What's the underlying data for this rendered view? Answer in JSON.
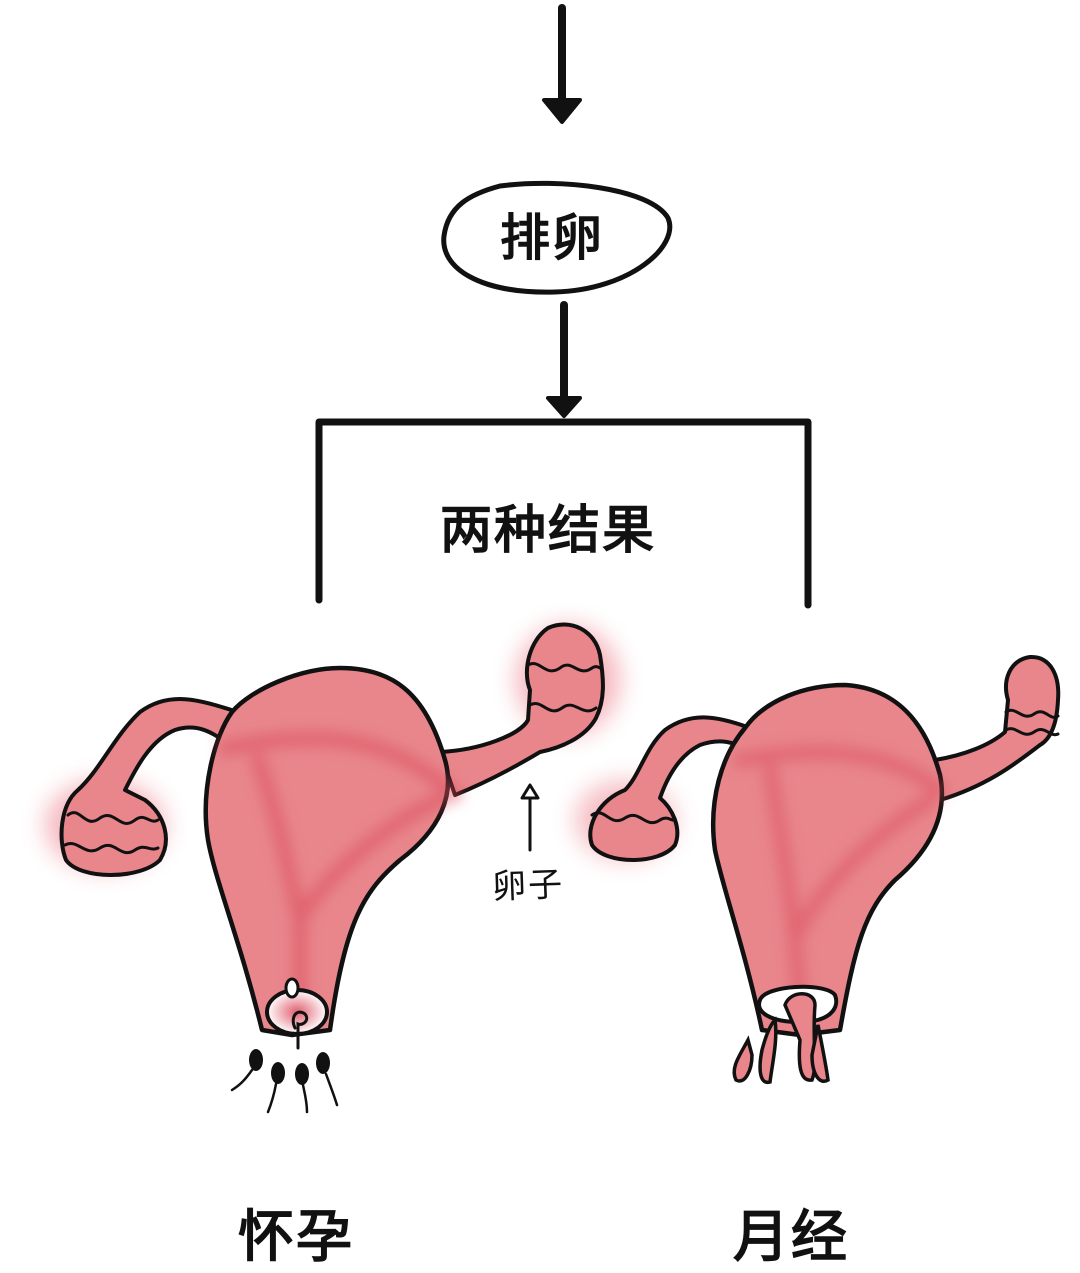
{
  "flowchart": {
    "step_ovulation": "排卵",
    "step_outcomes": "两种结果",
    "outcome_left": "怀孕",
    "outcome_right": "月经",
    "annotation_egg": "卵子"
  },
  "colors": {
    "uterus_fill": "#E8868C",
    "uterus_glow": "#E0505E",
    "outline": "#111111",
    "background": "#FFFFFF"
  },
  "illustrations": {
    "left": "uterus-pregnancy-with-sperm",
    "right": "uterus-menstruation-with-flow"
  }
}
